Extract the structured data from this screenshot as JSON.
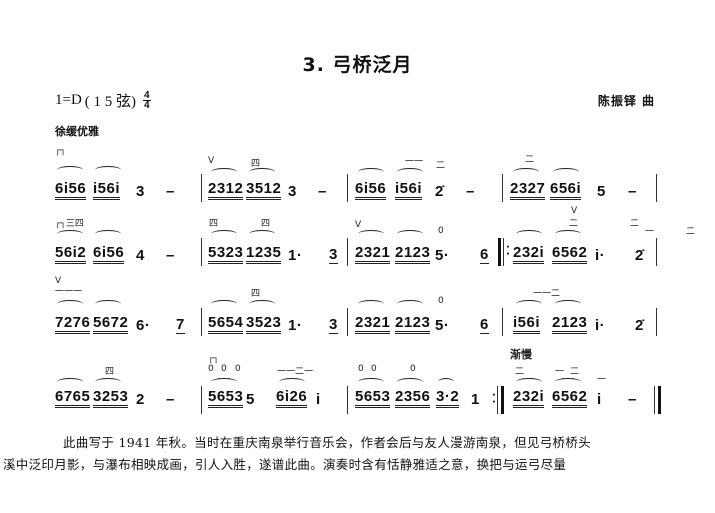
{
  "header": {
    "title": "3. 弓桥泛月",
    "key": "1=D",
    "tuning": "( 1  5  弦)",
    "time_sig_top": "4",
    "time_sig_bottom": "4",
    "composer": "陈振铎 曲",
    "tempo": "徐缓优雅"
  },
  "score": {
    "rows": [
      {
        "measures": [
          {
            "notes": [
              "6i56",
              "i56i",
              "3",
              "–"
            ],
            "marks": [
              "┌┐",
              "⌒",
              "⌒"
            ]
          },
          {
            "notes": [
              "2312",
              "3512",
              "3",
              "–"
            ],
            "marks": [
              "V",
              "四",
              "⌒",
              "⌒"
            ]
          },
          {
            "notes": [
              "6i56",
              "i56i",
              "2̇",
              "–"
            ],
            "marks": [
              "⌒",
              "⌒",
              "一一",
              "二"
            ]
          },
          {
            "notes": [
              "2327",
              "656i",
              "5",
              "–"
            ],
            "marks": [
              "⌒",
              "⌒",
              "二"
            ]
          }
        ]
      },
      {
        "measures": [
          {
            "notes": [
              "56i2",
              "6i56",
              "4",
              "–"
            ],
            "marks": [
              "┌┐三四",
              "⌒",
              "⌒"
            ]
          },
          {
            "notes": [
              "5323",
              "1235",
              "1·",
              "3"
            ],
            "marks": [
              "四",
              "四",
              "⌒",
              "⌒"
            ]
          },
          {
            "notes": [
              "2321",
              "2123",
              "5·",
              "6"
            ],
            "marks": [
              "V",
              "⌒",
              "⌒",
              "0"
            ]
          },
          {
            "notes": [
              "232i",
              "6562",
              "i·",
              "2̇"
            ],
            "marks": [
              "V",
              "二",
              "二",
              "一",
              "二"
            ],
            "repeat_start": true
          }
        ]
      },
      {
        "measures": [
          {
            "notes": [
              "7276",
              "5672",
              "6·",
              "7"
            ],
            "marks": [
              "V",
              "一一一",
              "⌒",
              "⌒"
            ]
          },
          {
            "notes": [
              "5654",
              "3523",
              "1·",
              "3"
            ],
            "marks": [
              "四",
              "⌒",
              "⌒"
            ]
          },
          {
            "notes": [
              "2321",
              "2123",
              "5·",
              "6"
            ],
            "marks": [
              "⌒",
              "⌒",
              "0"
            ]
          },
          {
            "notes": [
              "i56i",
              "2123",
              "i·",
              "2̇"
            ],
            "marks": [
              "一一二",
              "⌒",
              "⌒"
            ]
          }
        ]
      },
      {
        "measures": [
          {
            "notes": [
              "6765",
              "3253",
              "2",
              "–"
            ],
            "marks": [
              "四",
              "⌒",
              "⌒"
            ]
          },
          {
            "notes": [
              "5653",
              "5",
              "6i26",
              "i"
            ],
            "marks": [
              "┌┐",
              "0",
              "0",
              "0",
              "一一二一",
              "⌒",
              "⌒"
            ]
          },
          {
            "notes": [
              "5653",
              "2356",
              "3·2",
              "1"
            ],
            "marks": [
              "0",
              "0",
              "0",
              "⌒",
              "⌒",
              "⌒"
            ],
            "repeat_end": true
          },
          {
            "notes": [
              "232i",
              "6562",
              "i",
              "–"
            ],
            "marks": [
              "渐慢",
              "二",
              "一",
              "二",
              "一"
            ],
            "final_bar": true
          }
        ]
      }
    ],
    "tempo_change": "渐慢"
  },
  "description": {
    "line1": "此曲写于 1941 年秋。当时在重庆南泉举行音乐会，作者会后与友人漫游南泉，但见弓桥桥头",
    "line2": "溪中泛印月影，与瀑布相映成画，引人入胜，遂谱此曲。演奏时含有恬静雅适之意，换把与运弓尽量"
  }
}
